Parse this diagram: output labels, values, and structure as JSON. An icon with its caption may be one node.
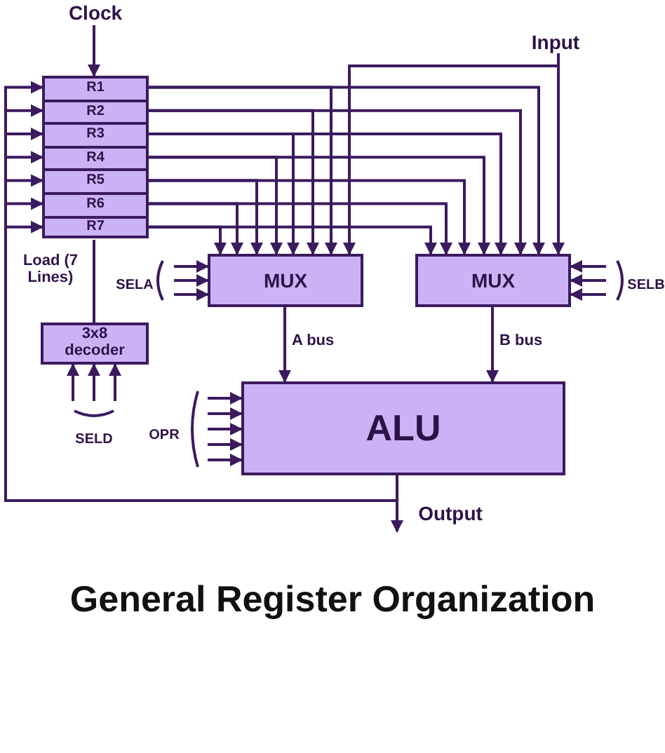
{
  "diagram": {
    "title": "General Register Organization",
    "nodes": [
      {
        "text": [
          "Clock"
        ]
      },
      {
        "text": [
          "Input"
        ]
      },
      {
        "text": [
          "R1"
        ]
      },
      {
        "text": [
          "R2"
        ]
      },
      {
        "text": [
          "R3"
        ]
      },
      {
        "text": [
          "R4"
        ]
      },
      {
        "text": [
          "R5"
        ]
      },
      {
        "text": [
          "R6"
        ]
      },
      {
        "text": [
          "R7"
        ]
      },
      {
        "text": [
          "MUX"
        ]
      },
      {
        "text": [
          "SELA"
        ]
      },
      {
        "text": [
          "MUX"
        ]
      },
      {
        "text": [
          "SELB"
        ]
      },
      {
        "text": [
          "3x8 decoder"
        ]
      },
      {
        "text": [
          "SELD"
        ]
      },
      {
        "text": [
          "ALU"
        ]
      },
      {
        "text": [
          "OPR"
        ]
      },
      {
        "text": [
          "Output"
        ]
      }
    ],
    "edges": [
      {
        "from": 0,
        "to": 2,
        "arrow": "to"
      },
      {
        "from": 2,
        "to": 9,
        "arrow": "to"
      },
      {
        "from": 2,
        "to": 11,
        "arrow": "to"
      },
      {
        "from": 3,
        "to": 9,
        "arrow": "to"
      },
      {
        "from": 3,
        "to": 11,
        "arrow": "to"
      },
      {
        "from": 4,
        "to": 9,
        "arrow": "to"
      },
      {
        "from": 4,
        "to": 11,
        "arrow": "to"
      },
      {
        "from": 5,
        "to": 9,
        "arrow": "to"
      },
      {
        "from": 5,
        "to": 11,
        "arrow": "to"
      },
      {
        "from": 6,
        "to": 9,
        "arrow": "to"
      },
      {
        "from": 6,
        "to": 11,
        "arrow": "to"
      },
      {
        "from": 7,
        "to": 9,
        "arrow": "to"
      },
      {
        "from": 7,
        "to": 11,
        "arrow": "to"
      },
      {
        "from": 8,
        "to": 9,
        "arrow": "to"
      },
      {
        "from": 8,
        "to": 11,
        "arrow": "to"
      },
      {
        "from": 1,
        "to": 9,
        "arrow": "to"
      },
      {
        "from": 1,
        "to": 11,
        "arrow": "to"
      },
      {
        "from": 10,
        "to": 9,
        "arrow": "to"
      },
      {
        "from": 10,
        "to": 9,
        "arrow": "to"
      },
      {
        "from": 10,
        "to": 9,
        "arrow": "to"
      },
      {
        "from": 12,
        "to": 11,
        "arrow": "to"
      },
      {
        "from": 12,
        "to": 11,
        "arrow": "to"
      },
      {
        "from": 12,
        "to": 11,
        "arrow": "to"
      },
      {
        "from": 13,
        "to": 8,
        "arrow": "none",
        "label": "Load (7 Lines)"
      },
      {
        "from": 14,
        "to": 13,
        "arrow": "to"
      },
      {
        "from": 14,
        "to": 13,
        "arrow": "to"
      },
      {
        "from": 14,
        "to": 13,
        "arrow": "to"
      },
      {
        "from": 9,
        "to": 15,
        "arrow": "to",
        "label": "A bus"
      },
      {
        "from": 11,
        "to": 15,
        "arrow": "to",
        "label": "B bus"
      },
      {
        "from": 16,
        "to": 15,
        "arrow": "to"
      },
      {
        "from": 16,
        "to": 15,
        "arrow": "to"
      },
      {
        "from": 16,
        "to": 15,
        "arrow": "to"
      },
      {
        "from": 16,
        "to": 15,
        "arrow": "to"
      },
      {
        "from": 16,
        "to": 15,
        "arrow": "to"
      },
      {
        "from": 15,
        "to": 17,
        "arrow": "to"
      },
      {
        "from": 15,
        "to": 2,
        "arrow": "to"
      },
      {
        "from": 15,
        "to": 3,
        "arrow": "to"
      },
      {
        "from": 15,
        "to": 4,
        "arrow": "to"
      },
      {
        "from": 15,
        "to": 5,
        "arrow": "to"
      },
      {
        "from": 15,
        "to": 6,
        "arrow": "to"
      },
      {
        "from": 15,
        "to": 7,
        "arrow": "to"
      },
      {
        "from": 15,
        "to": 8,
        "arrow": "to"
      }
    ]
  }
}
